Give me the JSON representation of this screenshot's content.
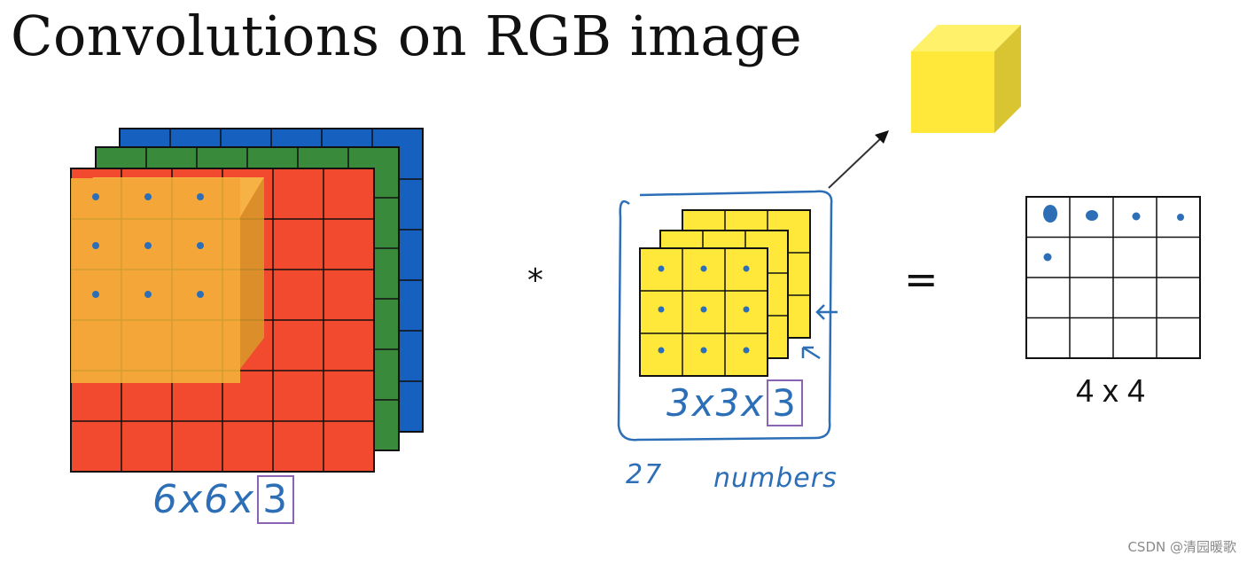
{
  "title": "Convolutions on RGB image",
  "input": {
    "rows": 6,
    "cols": 6,
    "layer_colors": [
      "#1660c0",
      "#3a8a3c",
      "#f24a2e"
    ],
    "dims_prefix": "6x6x",
    "dims_channels": "3",
    "receptive_field_color": "#f5b73a"
  },
  "filter": {
    "rows": 3,
    "cols": 3,
    "color": "#ffe83a",
    "dims_prefix": "3x3x",
    "dims_channels": "3",
    "count": "27",
    "count_unit": "numbers"
  },
  "output": {
    "rows": 4,
    "cols": 4,
    "label": "4 x 4"
  },
  "operators": {
    "convolve": "*",
    "equals": "="
  },
  "cube_color": "#ffe83a",
  "annotation_color": "#2c6fb7",
  "watermark": "CSDN @清园暖歌"
}
